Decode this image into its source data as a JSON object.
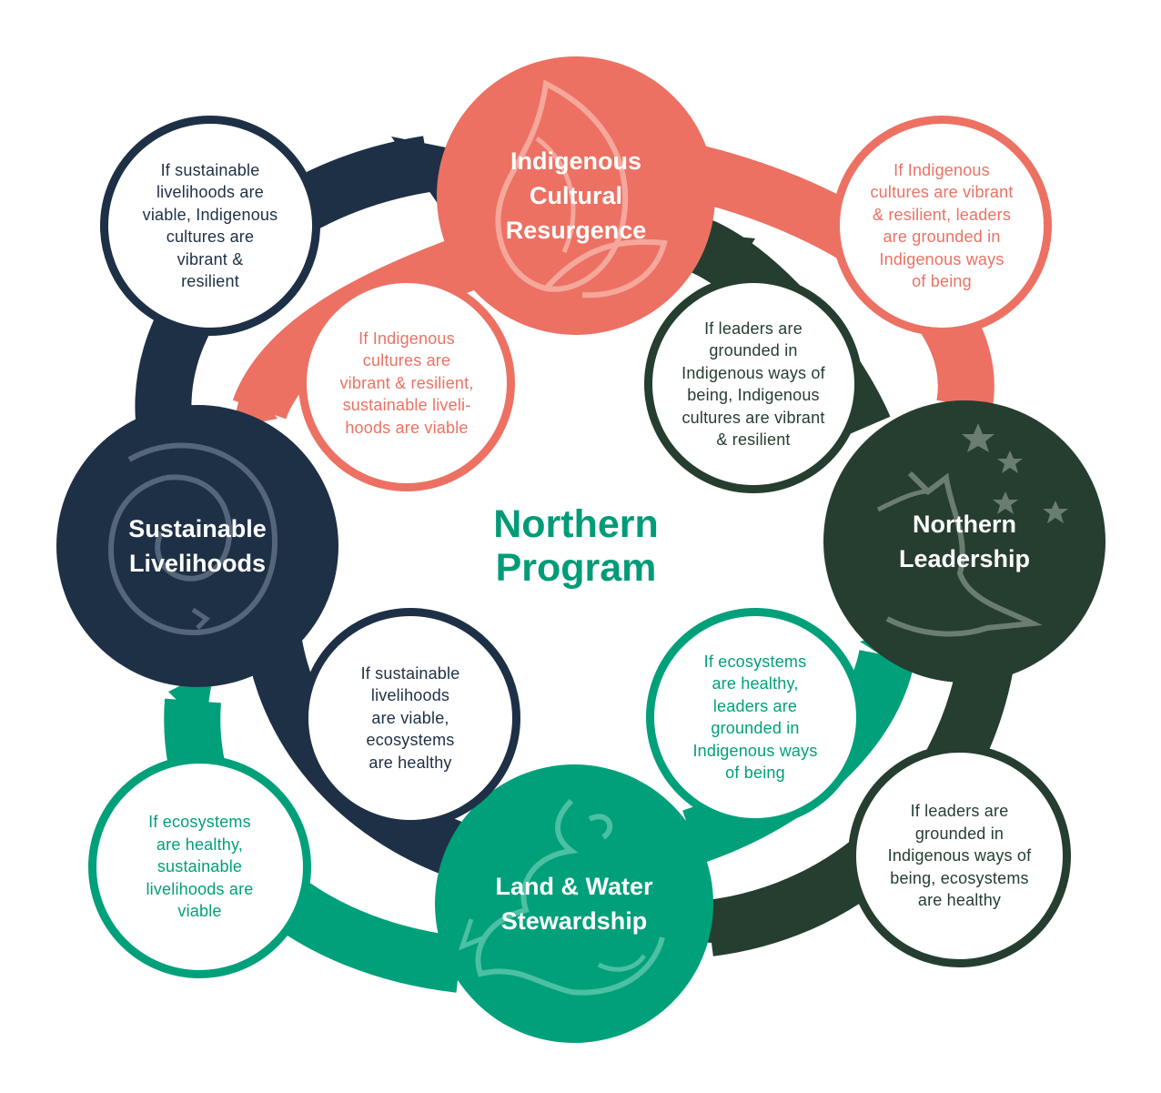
{
  "center": {
    "title": "Northern\nProgram"
  },
  "colors": {
    "coral": "#ec7163",
    "navy": "#1e3046",
    "forest": "#253e2f",
    "teal": "#00a07a"
  },
  "nodes": {
    "indigenous_cultural_resurgence": {
      "label": "Indigenous\nCultural\nResurgence",
      "icon": "flame-leaf-icon"
    },
    "northern_leadership": {
      "label": "Northern\nLeadership",
      "icon": "howling-wolf-icon"
    },
    "land_water_stewardship": {
      "label": "Land & Water\nStewardship",
      "icon": "salmon-fish-icon"
    },
    "sustainable_livelihoods": {
      "label": "Sustainable\nLivelihoods",
      "icon": "beaver-icon"
    }
  },
  "bubbles": {
    "livelihoods_to_cultures": "If sustainable\nlivelihoods are\nviable, Indigenous\ncultures are\nvibrant &\nresilient",
    "cultures_to_leaders": "If Indigenous\ncultures are vibrant\n& resilient, leaders\nare grounded in\nIndigenous ways\nof being",
    "cultures_to_livelihoods": "If Indigenous\ncultures are\nvibrant & resilient,\nsustainable liveli-\nhoods are viable",
    "leaders_to_cultures": "If leaders are\ngrounded in\nIndigenous ways of\nbeing, Indigenous\ncultures are vibrant\n& resilient",
    "livelihoods_to_ecosystems": "If sustainable\nlivelihoods\nare viable,\necosystems\nare healthy",
    "ecosystems_to_leaders": "If ecosystems\nare healthy,\nleaders are\ngrounded in\nIndigenous ways\nof being",
    "ecosystems_to_livelihoods": "If ecosystems\nare healthy,\nsustainable\nlivelihoods are\nviable",
    "leaders_to_ecosystems": "If leaders are\ngrounded in\nIndigenous ways of\nbeing, ecosystems\nare healthy"
  }
}
